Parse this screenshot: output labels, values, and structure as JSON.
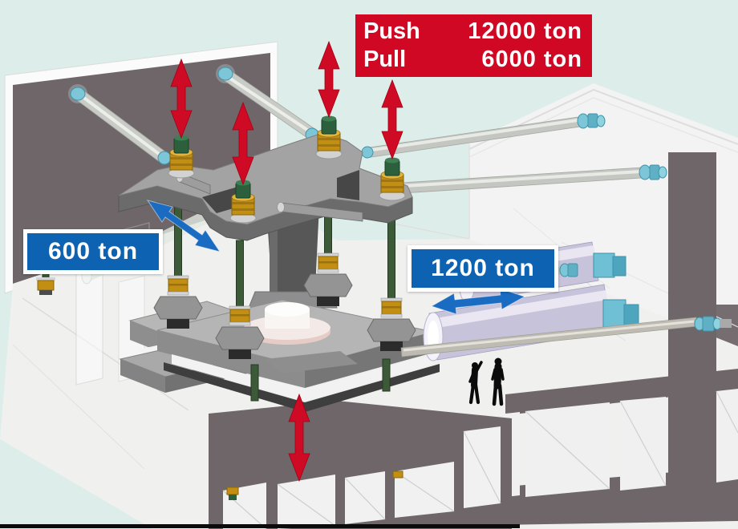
{
  "annotations": {
    "capacity_label": {
      "rows": [
        {
          "action": "Push",
          "value": "12000 ton"
        },
        {
          "action": "Pull",
          "value": "6000 ton"
        }
      ]
    },
    "vertical_actuator_label": "600 ton",
    "horizontal_actuator_label": "1200 ton"
  },
  "colors": {
    "arrow_red": "#ce0a24",
    "arrow_blue": "#1a6cc2",
    "label_red_bg": "#d00823",
    "label_blue_bg": "#0d62b1",
    "background": "#ddeeea",
    "wall_gray": "#6e6669"
  },
  "scene": {
    "subject": "3D rendering of a large structural testing machine with vertical and horizontal hydraulic actuators",
    "people_count": 2,
    "red_vertical_arrow_count": 5,
    "blue_diagonal_arrow_count": 1,
    "blue_horizontal_arrow_count": 1
  }
}
